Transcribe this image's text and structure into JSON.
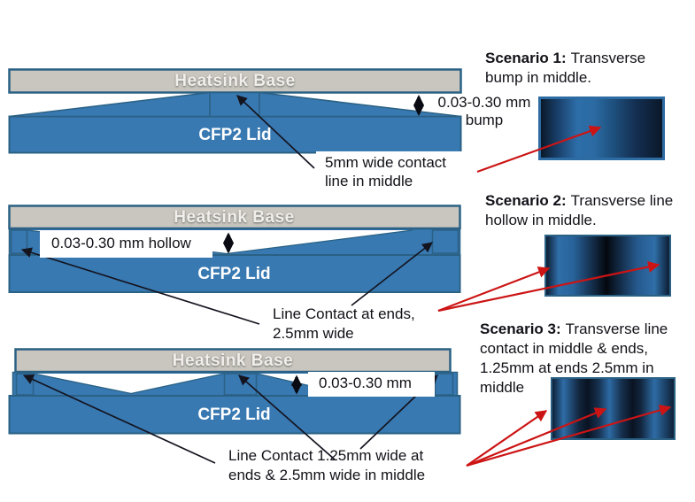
{
  "colors": {
    "lid_blue": "#3879B2",
    "outline_blue": "#2A6184",
    "heatsink_gray": "#C9C5BF",
    "annotation_black": "#14141F",
    "arrow_red": "#CC1414",
    "label_background": "#FFFFFF",
    "thermal_dark": "#0B1828",
    "thermal_bright": "#2D6EA9"
  },
  "sections": [
    {
      "diagram": {
        "heatsink_label": "Heatsink Base",
        "lid_label": "CFP2 Lid",
        "gap": {
          "line1": "0.03-0.30 mm",
          "line2": "bump"
        },
        "annotation": {
          "line1": "5mm wide contact",
          "line2": "line in middle"
        }
      },
      "scenario": {
        "title": "Scenario 1:",
        "text": "Transverse bump in middle."
      }
    },
    {
      "diagram": {
        "heatsink_label": "Heatsink Base",
        "lid_label": "CFP2 Lid",
        "gap": {
          "line1": "0.03-0.30 mm hollow"
        },
        "annotation": {
          "line1": "Line Contact at ends,",
          "line2": "2.5mm wide"
        }
      },
      "scenario": {
        "title": "Scenario 2:",
        "text": "Transverse line hollow in middle."
      }
    },
    {
      "diagram": {
        "heatsink_label": "Heatsink Base",
        "lid_label": "CFP2 Lid",
        "gap": {
          "line1": "0.03-0.30 mm"
        },
        "annotation": {
          "line1": "Line Contact 1.25mm wide at",
          "line2": "ends & 2.5mm wide in middle"
        }
      },
      "scenario": {
        "title": "Scenario 3:",
        "text": "Transverse line contact in middle & ends, 1.25mm at ends 2.5mm in middle"
      }
    }
  ]
}
